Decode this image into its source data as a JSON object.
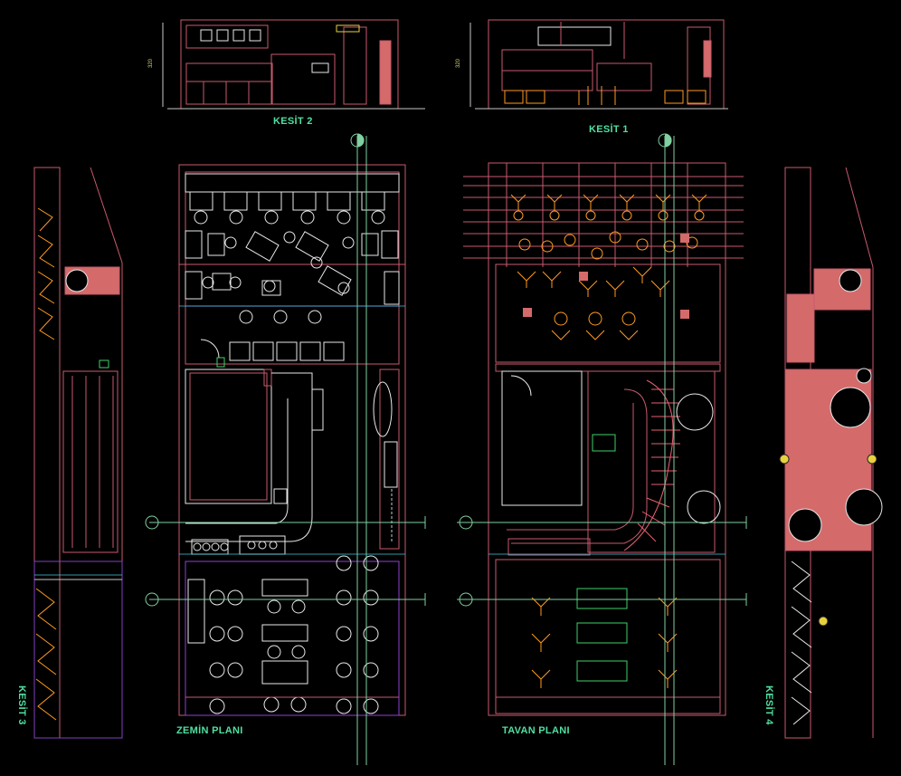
{
  "labels": {
    "kesit2": "KESİT 2",
    "kesit1": "KESİT 1",
    "kesit3": "KESİT 3",
    "kesit4": "KESİT 4",
    "zemin": "ZEMİN PLANI",
    "tavan": "TAVAN PLANI"
  },
  "colors": {
    "background": "#000000",
    "wall": "#c85a6e",
    "fill": "#d46a6a",
    "furniture": "#e8e8e8",
    "orange": "#ff9a20",
    "green": "#3fd06a",
    "grid": "#80d0a0",
    "cyan": "#40c8e0",
    "purple": "#9040d0",
    "label": "#4fe0a0"
  }
}
